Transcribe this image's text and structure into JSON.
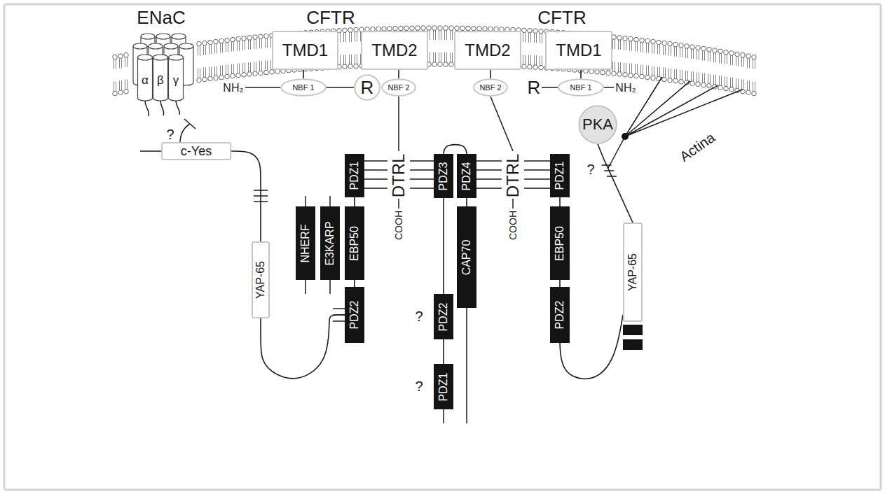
{
  "diagram": {
    "nodes": [
      {
        "text": [
          "TMD1"
        ]
      },
      {
        "text": [
          "TMD2"
        ]
      },
      {
        "text": [
          "TMD2"
        ]
      },
      {
        "text": [
          "TMD1"
        ]
      },
      {
        "text": [
          "NBF 1"
        ]
      },
      {
        "text": [
          "R"
        ]
      },
      {
        "text": [
          "NBF 2"
        ]
      },
      {
        "text": [
          "NBF 2"
        ]
      },
      {
        "text": [
          "NBF 1"
        ]
      },
      {
        "text": [
          "PKA"
        ]
      },
      {
        "text": [
          "c-Yes"
        ]
      },
      {
        "text": [
          "PDZ1"
        ]
      },
      {
        "text": [
          "PDZ3"
        ]
      },
      {
        "text": [
          "PDZ4"
        ]
      },
      {
        "text": [
          "PDZ1"
        ]
      },
      {
        "text": [
          "NHERF"
        ]
      },
      {
        "text": [
          "E3KARP"
        ]
      },
      {
        "text": [
          "EBP50"
        ]
      },
      {
        "text": [
          "CAP70"
        ]
      },
      {
        "text": [
          "EBP50"
        ]
      },
      {
        "text": [
          "YAP-65"
        ]
      },
      {
        "text": [
          "YAP-65"
        ]
      },
      {
        "text": [
          "PDZ2"
        ]
      },
      {
        "text": [
          "PDZ2"
        ]
      },
      {
        "text": [
          "PDZ2"
        ]
      },
      {
        "text": [
          "PDZ1"
        ]
      }
    ],
    "edges": [
      {
        "from": 0,
        "to": 4,
        "arrow": "none"
      },
      {
        "from": 4,
        "to": 5,
        "arrow": "none"
      },
      {
        "from": 1,
        "to": 6,
        "arrow": "none"
      },
      {
        "from": 2,
        "to": 7,
        "arrow": "none"
      },
      {
        "from": 3,
        "to": 8,
        "arrow": "none"
      },
      {
        "from": 10,
        "to": 21,
        "arrow": "none"
      },
      {
        "from": 21,
        "to": 22,
        "arrow": "none"
      },
      {
        "from": 11,
        "to": 17,
        "arrow": "none"
      },
      {
        "from": 17,
        "to": 22,
        "arrow": "none"
      },
      {
        "from": 12,
        "to": 13,
        "arrow": "none"
      },
      {
        "from": 12,
        "to": 23,
        "arrow": "none"
      },
      {
        "from": 23,
        "to": 25,
        "arrow": "none"
      },
      {
        "from": 13,
        "to": 18,
        "arrow": "none"
      },
      {
        "from": 14,
        "to": 19,
        "arrow": "none"
      },
      {
        "from": 19,
        "to": 24,
        "arrow": "none"
      },
      {
        "from": 24,
        "to": 20,
        "arrow": "none"
      },
      {
        "from": 9,
        "to": 20,
        "arrow": "none"
      }
    ],
    "labels": [
      "ENaC",
      "CFTR",
      "CFTR",
      "α",
      "β",
      "γ",
      "NH₂",
      "R",
      "NH₂",
      "?",
      "DTRL",
      "DTRL",
      "COOH",
      "COOH",
      "?",
      "?",
      "?",
      "Actina"
    ]
  }
}
